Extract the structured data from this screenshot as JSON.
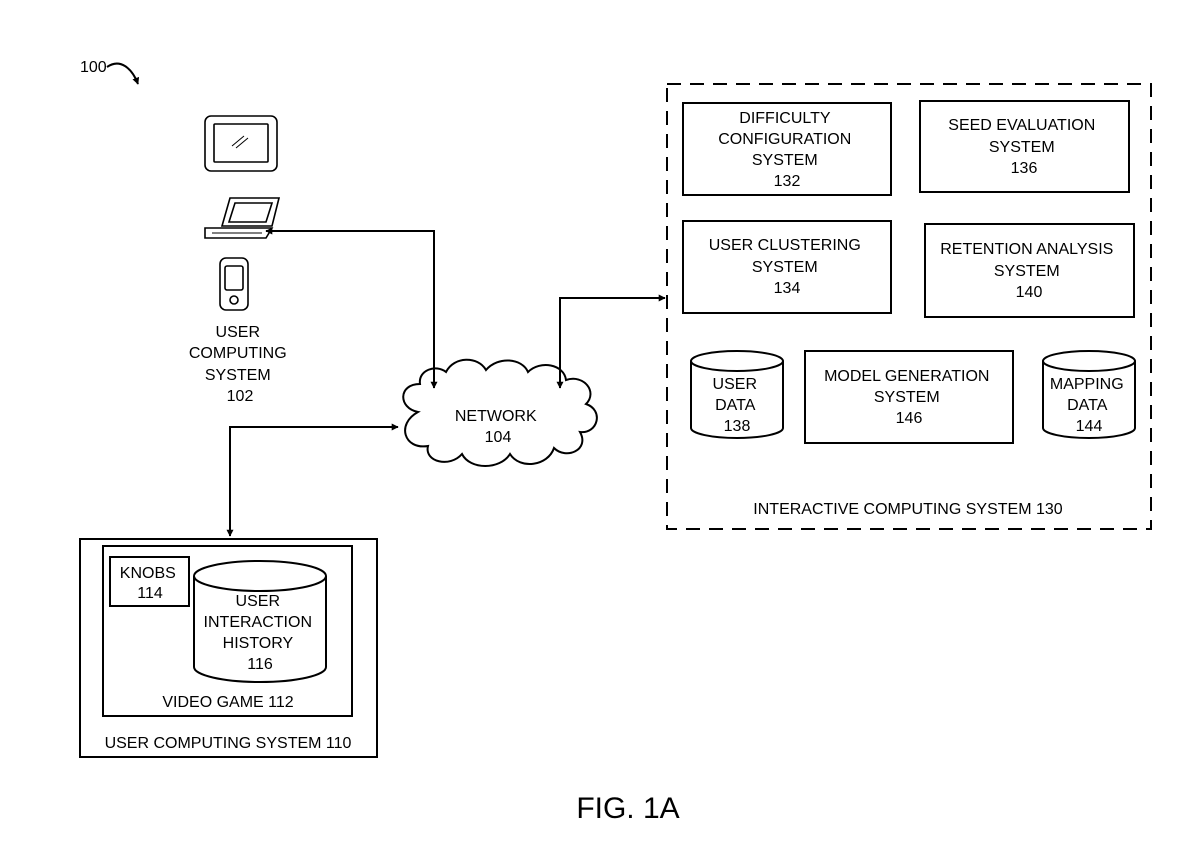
{
  "ref_label": "100",
  "user_system_102": {
    "lines": [
      "USER",
      "COMPUTING",
      "SYSTEM",
      "102"
    ]
  },
  "network": {
    "lines": [
      "NETWORK",
      "104"
    ]
  },
  "interactive_system": {
    "label": "INTERACTIVE COMPUTING SYSTEM 130",
    "difficulty": [
      "DIFFICULTY",
      "CONFIGURATION",
      "SYSTEM",
      "132"
    ],
    "seed": [
      "SEED EVALUATION",
      "SYSTEM",
      "136"
    ],
    "clustering": [
      "USER CLUSTERING",
      "SYSTEM",
      "134"
    ],
    "retention": [
      "RETENTION ANALYSIS",
      "SYSTEM",
      "140"
    ],
    "user_data": [
      "USER",
      "DATA",
      "138"
    ],
    "model_gen": [
      "MODEL GENERATION",
      "SYSTEM",
      "146"
    ],
    "mapping": [
      "MAPPING",
      "DATA",
      "144"
    ]
  },
  "user_system_110": {
    "label": "USER COMPUTING SYSTEM 110",
    "video_game": "VIDEO GAME 112",
    "knobs": [
      "KNOBS",
      "114"
    ],
    "history": [
      "USER",
      "INTERACTION",
      "HISTORY",
      "116"
    ]
  },
  "figure_label": "FIG. 1A"
}
